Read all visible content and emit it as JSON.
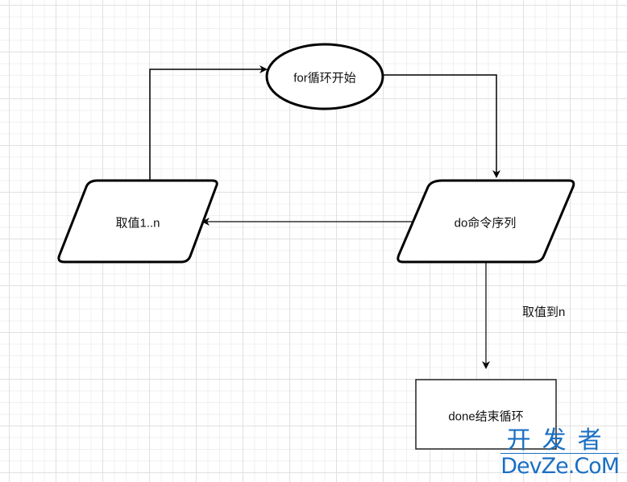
{
  "diagram": {
    "nodes": {
      "start": {
        "shape": "ellipse",
        "label": "for循环开始"
      },
      "take_value": {
        "shape": "parallelogram",
        "label": "取值1..n"
      },
      "do_commands": {
        "shape": "parallelogram",
        "label": "do命令序列"
      },
      "done": {
        "shape": "rectangle",
        "label": "done结束循环"
      }
    },
    "edges": [
      {
        "from": "take_value",
        "to": "start",
        "label": ""
      },
      {
        "from": "start",
        "to": "do_commands",
        "label": ""
      },
      {
        "from": "do_commands",
        "to": "take_value",
        "label": ""
      },
      {
        "from": "do_commands",
        "to": "done",
        "label": "取值到n"
      }
    ]
  },
  "watermark": {
    "line1": "开发者",
    "line2": "DevZe.CoM"
  },
  "colors": {
    "stroke": "#000000",
    "grid_major": "#e0e0e0",
    "grid_minor": "#f0f0f0",
    "watermark": "#1a6fc4"
  }
}
